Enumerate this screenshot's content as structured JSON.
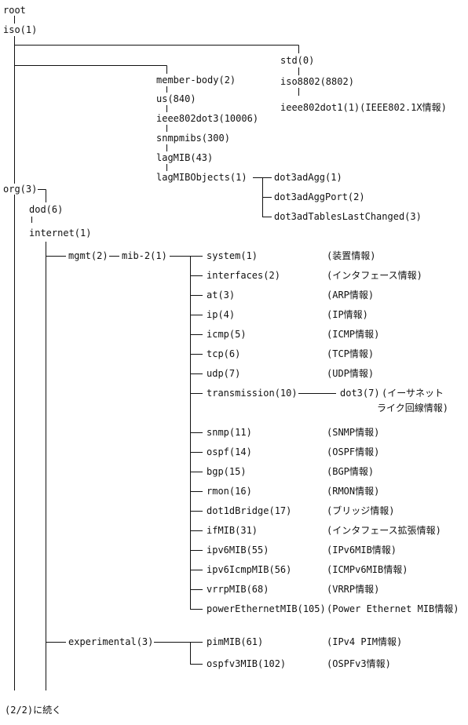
{
  "tree": {
    "root": "root",
    "iso": "iso(1)",
    "std": "std(0)",
    "iso8802": "iso8802(8802)",
    "ieee802dot1": "ieee802dot1(1)(IEEE802.1X情報)",
    "member_body": "member-body(2)",
    "us": "us(840)",
    "ieee802dot3": "ieee802dot3(10006)",
    "snmpmibs": "snmpmibs(300)",
    "lagMIB": "lagMIB(43)",
    "lagMIBObjects": "lagMIBObjects(1)",
    "dot3adAgg": "dot3adAgg(1)",
    "dot3adAggPort": "dot3adAggPort(2)",
    "dot3adTablesLastChanged": "dot3adTablesLastChanged(3)",
    "org": "org(3)",
    "dod": "dod(6)",
    "internet": "internet(1)",
    "mgmt": "mgmt(2)",
    "mib2": "mib-2(1)",
    "experimental": "experimental(3)",
    "mib2_children": [
      {
        "label": "system(1)",
        "desc": "(装置情報)"
      },
      {
        "label": "interfaces(2)",
        "desc": "(インタフェース情報)"
      },
      {
        "label": "at(3)",
        "desc": "(ARP情報)"
      },
      {
        "label": "ip(4)",
        "desc": "(IP情報)"
      },
      {
        "label": "icmp(5)",
        "desc": "(ICMP情報)"
      },
      {
        "label": "tcp(6)",
        "desc": "(TCP情報)"
      },
      {
        "label": "udp(7)",
        "desc": "(UDP情報)"
      },
      {
        "label": "transmission(10)",
        "desc": ""
      },
      {
        "label": "snmp(11)",
        "desc": "(SNMP情報)"
      },
      {
        "label": "ospf(14)",
        "desc": "(OSPF情報)"
      },
      {
        "label": "bgp(15)",
        "desc": "(BGP情報)"
      },
      {
        "label": "rmon(16)",
        "desc": "(RMON情報)"
      },
      {
        "label": "dot1dBridge(17)",
        "desc": "(ブリッジ情報)"
      },
      {
        "label": "ifMIB(31)",
        "desc": "(インタフェース拡張情報)"
      },
      {
        "label": "ipv6MIB(55)",
        "desc": "(IPv6MIB情報)"
      },
      {
        "label": "ipv6IcmpMIB(56)",
        "desc": "(ICMPv6MIB情報)"
      },
      {
        "label": "vrrpMIB(68)",
        "desc": "(VRRP情報)"
      },
      {
        "label": "powerEthernetMIB(105)",
        "desc": "(Power Ethernet MIB情報)"
      }
    ],
    "dot3": "dot3(7)",
    "dot3_desc_line1": "(イーサネット",
    "dot3_desc_line2": "ライク回線情報)",
    "experimental_children": [
      {
        "label": "pimMIB(61)",
        "desc": "(IPv4 PIM情報)"
      },
      {
        "label": "ospfv3MIB(102)",
        "desc": "(OSPFv3情報)"
      }
    ]
  },
  "footer": "(2/2)に続く"
}
